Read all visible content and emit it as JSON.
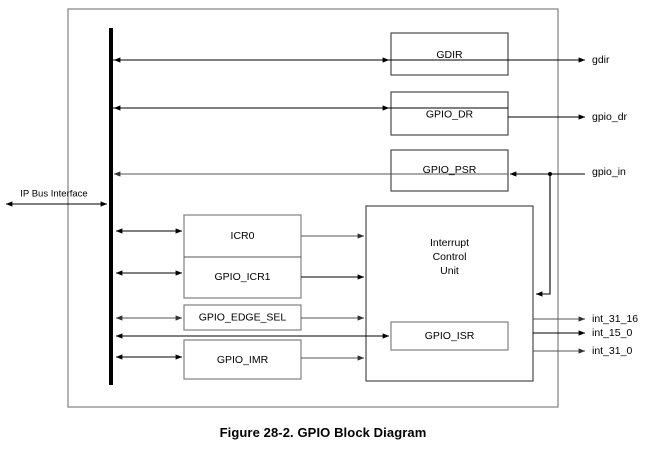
{
  "figure": {
    "caption": "Figure 28-2. GPIO Block Diagram",
    "bus_interface_label": "IP Bus Interface"
  },
  "blocks": [
    {
      "id": "gdir",
      "label": "GDIR"
    },
    {
      "id": "gpio_dr",
      "label": "GPIO_DR"
    },
    {
      "id": "gpio_psr",
      "label": "GPIO_PSR"
    },
    {
      "id": "icr0",
      "label": "ICR0"
    },
    {
      "id": "gpio_icr1",
      "label": "GPIO_ICR1"
    },
    {
      "id": "gpio_edge_sel",
      "label": "GPIO_EDGE_SEL"
    },
    {
      "id": "gpio_imr",
      "label": "GPIO_IMR"
    },
    {
      "id": "gpio_isr",
      "label": "GPIO_ISR"
    },
    {
      "id": "icu_line1",
      "label": "Interrupt"
    },
    {
      "id": "icu_line2",
      "label": "Control"
    },
    {
      "id": "icu_line3",
      "label": "Unit"
    }
  ],
  "signals": [
    {
      "id": "gdir_out",
      "label": "gdir",
      "direction": "out"
    },
    {
      "id": "gpio_dr_out",
      "label": "gpio_dr",
      "direction": "out"
    },
    {
      "id": "gpio_in",
      "label": "gpio_in",
      "direction": "in"
    },
    {
      "id": "int_31_16",
      "label": "int_31_16",
      "direction": "out"
    },
    {
      "id": "int_15_0",
      "label": "int_15_0",
      "direction": "out"
    },
    {
      "id": "int_31_0",
      "label": "int_31_0",
      "direction": "out"
    }
  ],
  "colors": {
    "stroke": "#000000",
    "box_border": "#808080",
    "outer_border": "#8a8a8a",
    "background": "#ffffff"
  }
}
